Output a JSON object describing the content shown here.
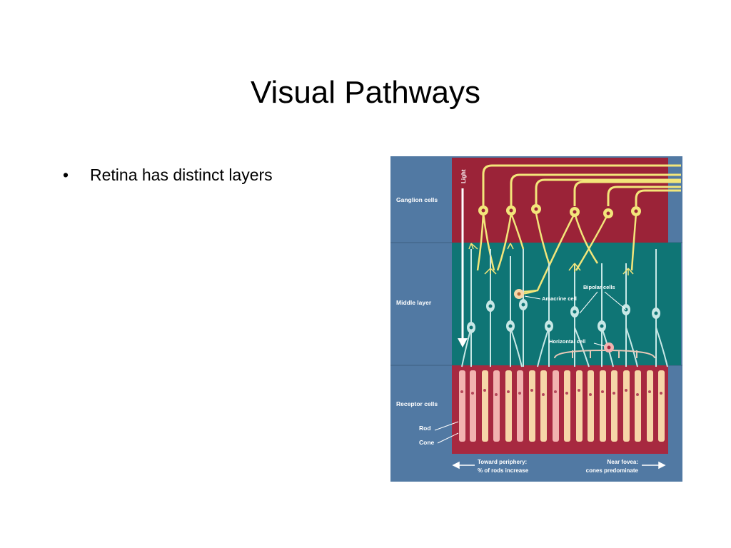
{
  "slide": {
    "title": "Visual Pathways",
    "bullets": [
      {
        "marker": "•",
        "text": "Retina has distinct layers"
      }
    ]
  },
  "figure": {
    "colors": {
      "panel_blue": "#5179a3",
      "ganglion_red": "#9b2338",
      "middle_teal": "#0f7575",
      "receptor_red": "#a72940",
      "cell_yellow": "#f3e67a",
      "cell_pale": "#c7e8e6",
      "rod_pink": "#f2b3b0",
      "cone_cream": "#f6d6a8"
    },
    "labels": {
      "ganglion": "Ganglion cells",
      "middle": "Middle layer",
      "receptor": "Receptor cells",
      "rod": "Rod",
      "cone": "Cone",
      "light": "Light",
      "bipolar": "Bipolar cells",
      "amacrine": "Amacrine cell",
      "horizontal": "Horizontal cell",
      "periphery_line1": "Toward periphery:",
      "periphery_line2": "% of rods increase",
      "fovea_line1": "Near fovea:",
      "fovea_line2": "cones predominate"
    }
  }
}
